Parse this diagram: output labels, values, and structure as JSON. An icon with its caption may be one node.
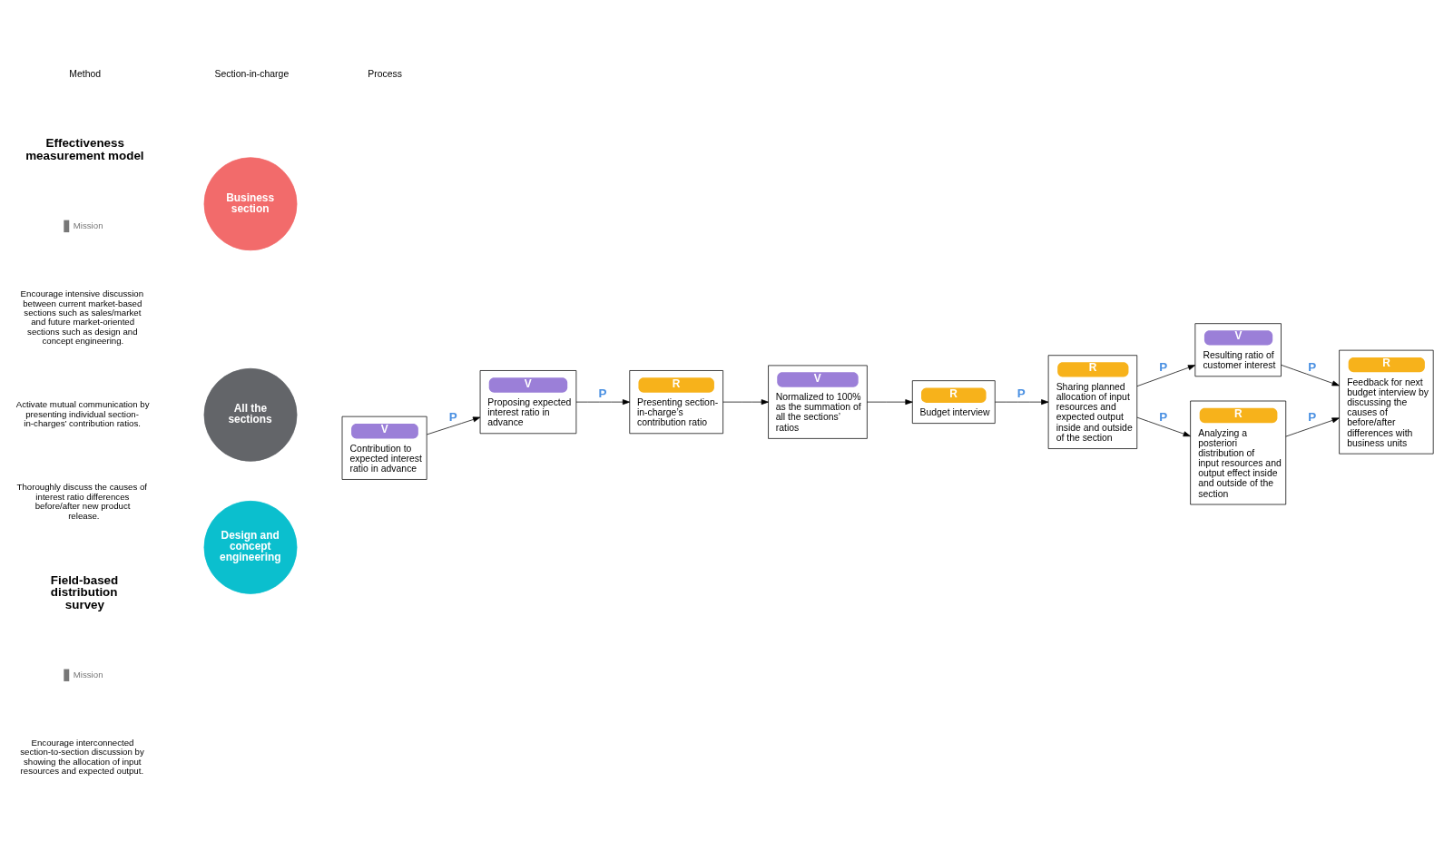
{
  "diagram": {
    "nodes": [
      {
        "text": [
          "Business section"
        ]
      },
      {
        "text": [
          "All the sections"
        ]
      },
      {
        "text": [
          "Design and concept engineering"
        ]
      },
      {
        "text": [
          "V",
          "Proposing expected interest ratio in advance"
        ]
      },
      {
        "text": [
          "V",
          "Normalized to 100% as the summation of all the sections’ ratios"
        ]
      },
      {
        "text": [
          "R",
          "Presenting section-in-charge’s contribution ratio"
        ]
      },
      {
        "text": [
          "R",
          "Budget interview"
        ]
      },
      {
        "text": [
          "V",
          "Resulting ratio of customer interest"
        ]
      },
      {
        "text": [
          "R",
          "Feedback for next budget interview by discussing the causes of before/after differences with business units"
        ]
      },
      {
        "text": [
          "V",
          "Contribution to expected interest ratio in advance"
        ]
      },
      {
        "text": [
          "R",
          "Sharing planned allocation of input resources and expected output inside and outside of the section"
        ]
      },
      {
        "text": [
          "R",
          "Analyzing a posteriori distribution of input resources and output effect inside and outside of the section"
        ]
      }
    ],
    "edges": [
      {
        "from": 3,
        "to": 5,
        "arrow": "to",
        "label": "P"
      },
      {
        "from": 4,
        "to": 6,
        "arrow": "to"
      },
      {
        "from": 7,
        "to": 8,
        "arrow": "to",
        "label": "P"
      },
      {
        "from": 5,
        "to": 4,
        "arrow": "to"
      },
      {
        "from": 6,
        "to": 10,
        "arrow": "to",
        "label": "P"
      },
      {
        "from": 9,
        "to": 3,
        "arrow": "to",
        "label": "P"
      },
      {
        "from": 10,
        "to": 7,
        "arrow": "to",
        "label": "P"
      },
      {
        "from": 10,
        "to": 11,
        "arrow": "to",
        "label": "P"
      },
      {
        "from": 11,
        "to": 8,
        "arrow": "to",
        "label": "P"
      }
    ],
    "labels": [
      "Method",
      "Section-in-charge",
      "Process",
      "Effectiveness measurement model",
      "Mission",
      "Encourage intensive discussion between current market-based sections such as sales/market and future market-oriented sections such as design and concept engineering.",
      "Activate mutual communication by presenting individual section-in-charges’ contribution ratios.",
      "Thoroughly discuss the causes of interest ratio differences before/after new product release.",
      "Field-based distribution survey",
      "Mission",
      "Encourage interconnected section-to-section discussion by showing the allocation of input resources and expected output."
    ]
  }
}
